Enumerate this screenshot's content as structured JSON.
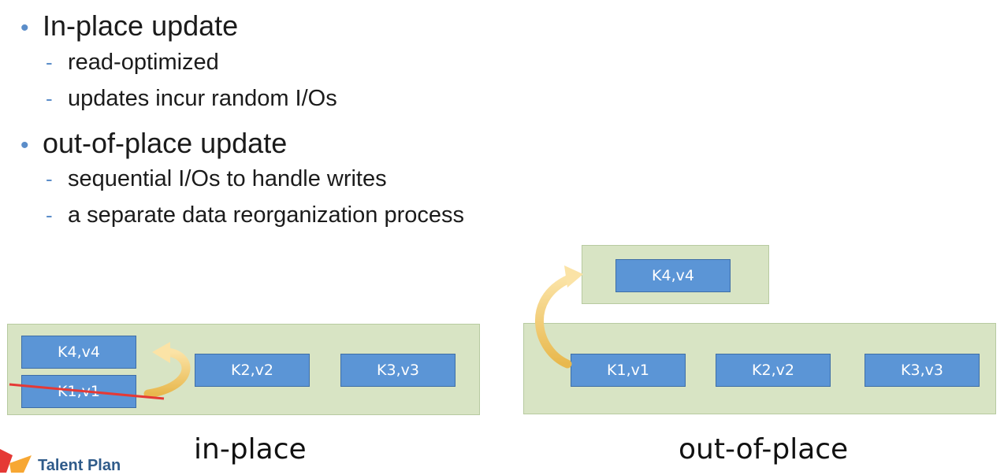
{
  "bullets": [
    {
      "text": "In-place update",
      "sub": [
        "read-optimized",
        "updates incur random I/Os"
      ]
    },
    {
      "text": "out-of-place update",
      "sub": [
        "sequential I/Os to handle writes",
        "a separate data reorganization process"
      ]
    }
  ],
  "bullet_marker": "•",
  "sub_marker": "-",
  "in_place": {
    "caption": "in-place",
    "stacked_top": "K4,v4",
    "stacked_bottom": "K1,v1",
    "row": [
      "K2,v2",
      "K3,v3"
    ]
  },
  "out_of_place": {
    "caption": "out-of-place",
    "top": "K4,v4",
    "row": [
      "K1,v1",
      "K2,v2",
      "K3,v3"
    ]
  },
  "logo": {
    "text": "Talent Plan",
    "icon": "talent-plan-logo-icon"
  },
  "colors": {
    "panel": "#d8e4c4",
    "block": "#5b95d6",
    "arrow": "#f2c96a",
    "strike": "#e53935",
    "bullet": "#5b8dc9"
  }
}
